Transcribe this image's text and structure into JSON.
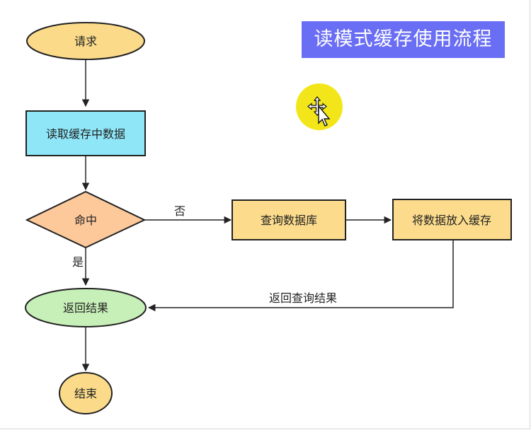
{
  "title": "读模式缓存使用流程",
  "nodes": {
    "start": "请求",
    "read_cache": "读取缓存中数据",
    "hit_decision": "命中",
    "query_db": "查询数据库",
    "put_cache": "将数据放入缓存",
    "return_result": "返回结果",
    "end": "结束"
  },
  "edges": {
    "no_label": "否",
    "yes_label": "是",
    "return_query_label": "返回查询结果"
  },
  "colors": {
    "terminal_fill": "#fbdb8a",
    "process_blue": "#8ee6f7",
    "decision_fill": "#fdc99a",
    "process_yellow": "#fcdc8c",
    "result_fill": "#c7efb8",
    "title_bg": "#6a6ef4",
    "cursor_highlight": "#f2e61b"
  },
  "cursor": {
    "icon": "move-cursor-icon"
  }
}
